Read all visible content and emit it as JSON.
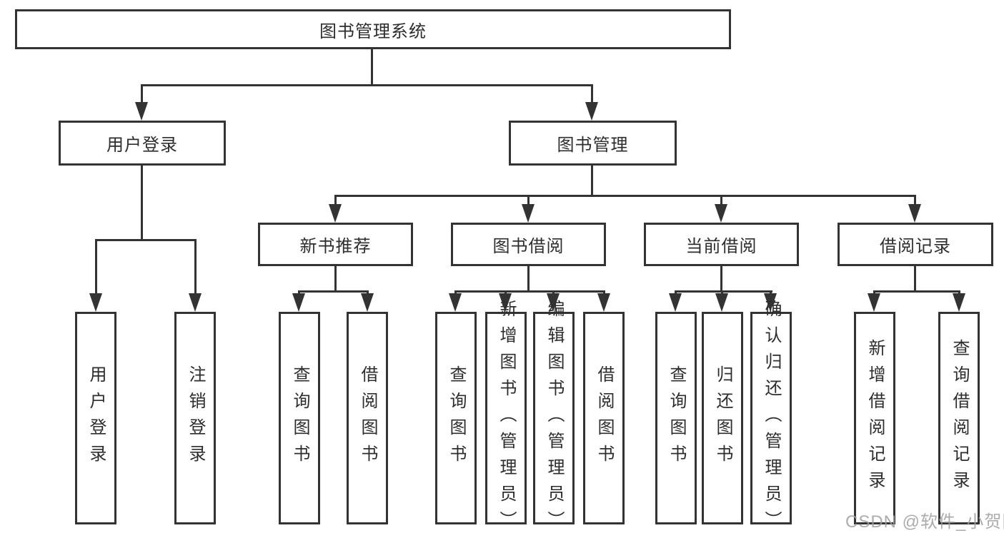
{
  "diagram_type": "functional-structure-tree",
  "nodes": {
    "root": "图书管理系统",
    "user_login": "用户登录",
    "book_mgmt": "图书管理",
    "new_books": "新书推荐",
    "book_borrow": "图书借阅",
    "current_borrow": "当前借阅",
    "borrow_records": "借阅记录",
    "leaf_user_login": "用户登录",
    "leaf_logout": "注销登录",
    "leaf_nb_query": "查询图书",
    "leaf_nb_borrow": "借阅图书",
    "leaf_bb_query": "查询图书",
    "leaf_bb_add": "新增图书（管理员）",
    "leaf_bb_edit": "编辑图书（管理员）",
    "leaf_bb_borrow": "借阅图书",
    "leaf_cb_query": "查询图书",
    "leaf_cb_return": "归还图书",
    "leaf_cb_confirm": "确认归还（管理员）",
    "leaf_br_add": "新增借阅记录",
    "leaf_br_query": "查询借阅记录"
  },
  "hierarchy": {
    "图书管理系统": {
      "用户登录": [
        "用户登录",
        "注销登录"
      ],
      "图书管理": {
        "新书推荐": [
          "查询图书",
          "借阅图书"
        ],
        "图书借阅": [
          "查询图书",
          "新增图书（管理员）",
          "编辑图书（管理员）",
          "借阅图书"
        ],
        "当前借阅": [
          "查询图书",
          "归还图书",
          "确认归还（管理员）"
        ],
        "借阅记录": [
          "新增借阅记录",
          "查询借阅记录"
        ]
      }
    }
  },
  "watermark": "CSDN @软件_小贺同学",
  "colors": {
    "line": "#333333",
    "text": "#2d2d2d",
    "background": "#ffffff",
    "watermark": "#9e9e9e"
  }
}
